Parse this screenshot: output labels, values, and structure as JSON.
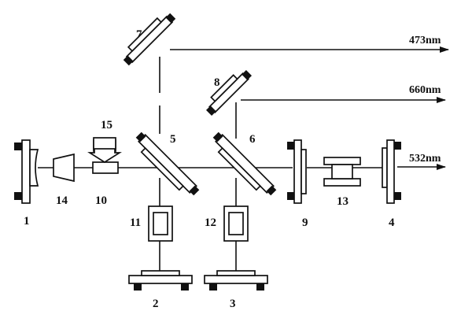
{
  "diagram": {
    "beam_labels": {
      "blue": "473nm",
      "red": "660nm",
      "green": "532nm"
    },
    "component_numbers": {
      "c1": "1",
      "c2": "2",
      "c3": "3",
      "c4": "4",
      "c5": "5",
      "c6": "6",
      "c7": "7",
      "c8": "8",
      "c9": "9",
      "c10": "10",
      "c11": "11",
      "c12": "12",
      "c13": "13",
      "c14": "14",
      "c15": "15"
    }
  }
}
